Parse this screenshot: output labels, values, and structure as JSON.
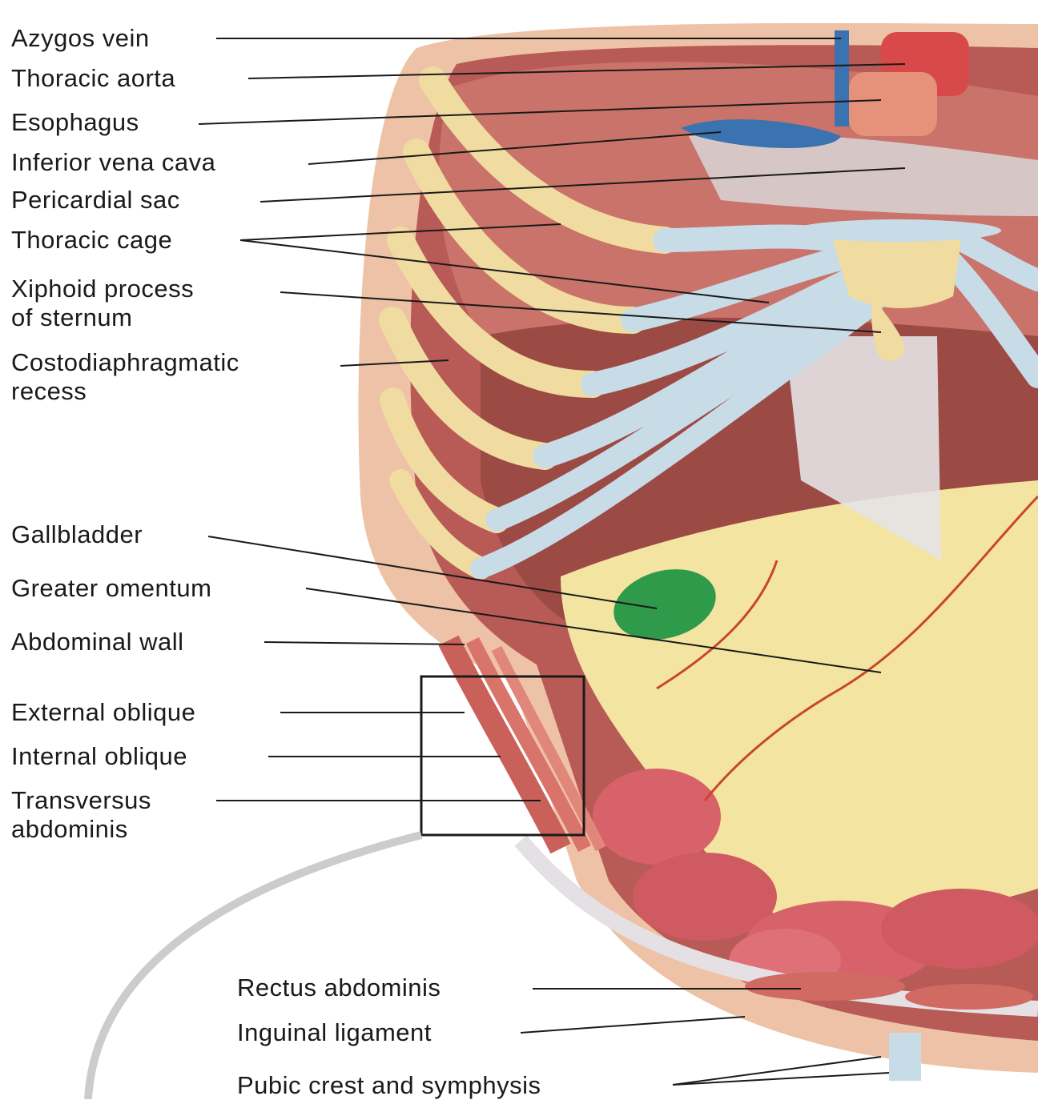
{
  "colors": {
    "skin": "#e8b89a",
    "muscle": "#c9605a",
    "bone": "#f0dca0",
    "cartilage": "#c8dce8",
    "fat": "#f5e6a0",
    "vein": "#3b72b0",
    "artery": "#d84a4a",
    "gallbladder": "#2e9a4a",
    "pericardium": "#d8c8c8",
    "intestine": "#d86a70",
    "leader": "#1a1a1a"
  },
  "labels": {
    "azygos_vein": "Azygos vein",
    "thoracic_aorta": "Thoracic aorta",
    "esophagus": "Esophagus",
    "inferior_vena_cava": "Inferior vena cava",
    "pericardial_sac": "Pericardial sac",
    "thoracic_cage": "Thoracic cage",
    "xiphoid_process": "Xiphoid process\nof sternum",
    "costodiaphragmatic_recess": "Costodiaphragmatic\nrecess",
    "gallbladder": "Gallbladder",
    "greater_omentum": "Greater omentum",
    "abdominal_wall": "Abdominal wall",
    "external_oblique": "External oblique",
    "internal_oblique": "Internal oblique",
    "transversus_abdominis": "Transversus\nabdominis",
    "rectus_abdominis": "Rectus abdominis",
    "inguinal_ligament": "Inguinal ligament",
    "pubic_crest": "Pubic crest and symphysis"
  }
}
